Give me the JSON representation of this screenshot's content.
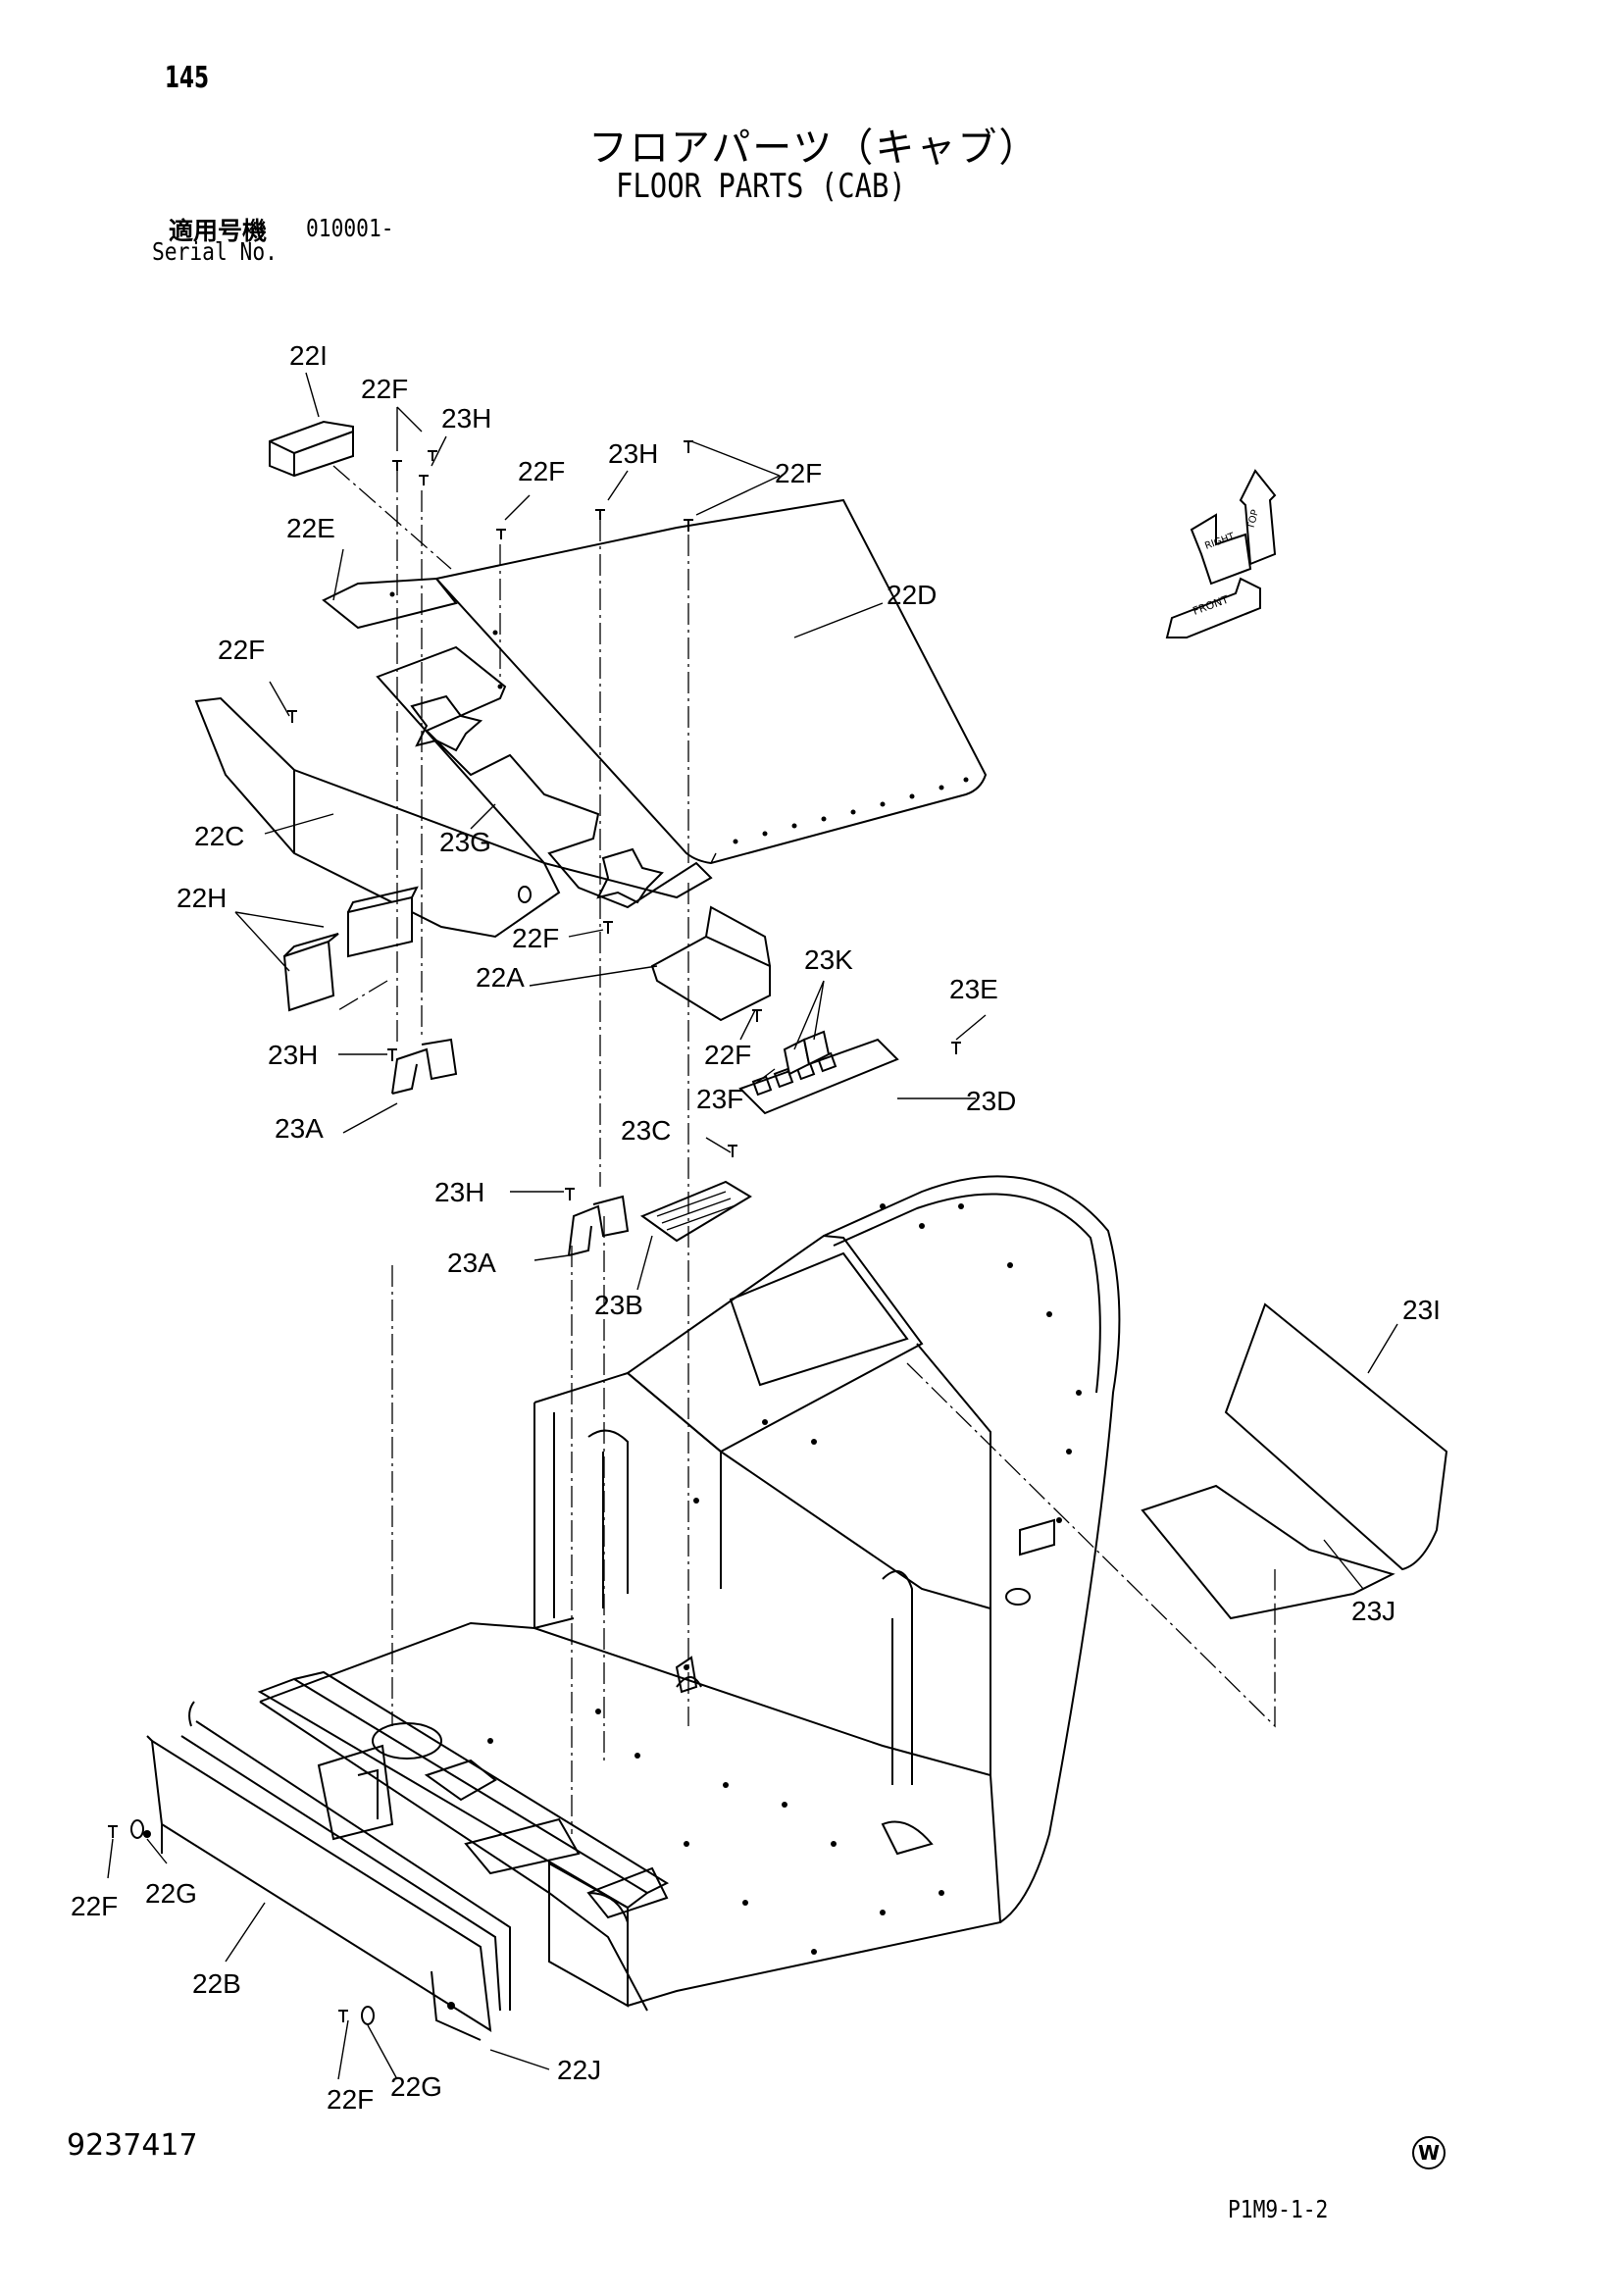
{
  "page_number": "145",
  "title_jp": "フロアパーツ（キャブ）",
  "title_en": "FLOOR PARTS (CAB)",
  "serial_label_jp": "適用号機",
  "serial_value": "010001-",
  "serial_label_en": "Serial No.",
  "doc_number": "9237417",
  "page_code": "P1M9-1-2",
  "mark": "W",
  "orientation_labels": {
    "front": "FRONT",
    "right": "RIGHT",
    "top": "TOP"
  },
  "callouts": {
    "c22I_top": "22I",
    "c22F_a": "22F",
    "c23H_a": "23H",
    "c22F_b": "22F",
    "c23H_b": "23H",
    "c22F_c": "22F",
    "c22E": "22E",
    "c22D": "22D",
    "c22F_d": "22F",
    "c22C": "22C",
    "c23G": "23G",
    "c22H": "22H",
    "c22F_e": "22F",
    "c22A": "22A",
    "c23K": "23K",
    "c23E": "23E",
    "c22F_f": "22F",
    "c23F": "23F",
    "c23D": "23D",
    "c23H_c": "23H",
    "c23A_a": "23A",
    "c23C": "23C",
    "c23H_d": "23H",
    "c23A_b": "23A",
    "c23B": "23B",
    "c23I": "23I",
    "c23J": "23J",
    "c22F_g": "22F",
    "c22G_a": "22G",
    "c22B": "22B",
    "c22F_h": "22F",
    "c22G_b": "22G",
    "c22J": "22J"
  }
}
